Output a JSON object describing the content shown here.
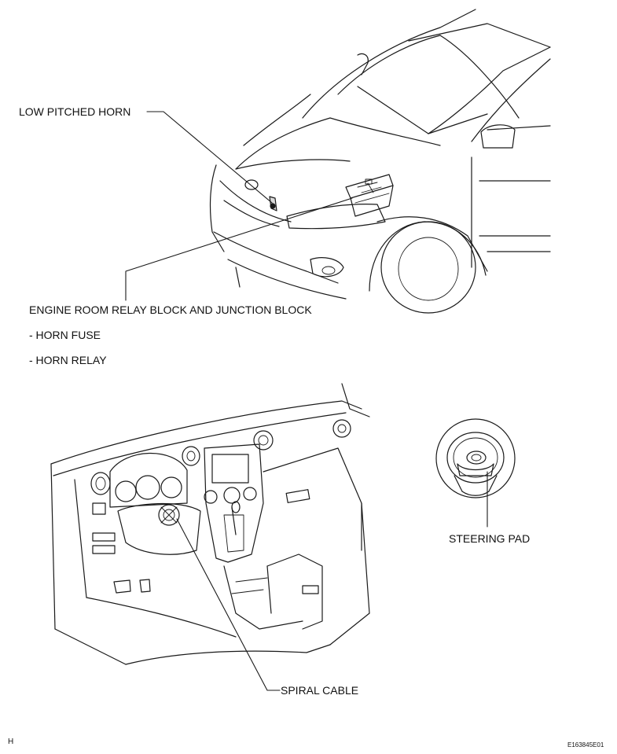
{
  "labels": {
    "low_pitched_horn": "LOW PITCHED HORN",
    "engine_room_block": "ENGINE ROOM RELAY BLOCK AND JUNCTION BLOCK",
    "horn_fuse": "- HORN FUSE",
    "horn_relay": "- HORN RELAY",
    "steering_pad": "STEERING PAD",
    "spiral_cable": "SPIRAL CABLE"
  },
  "footer": {
    "left_mark": "H",
    "figure_id": "E163845E01"
  }
}
